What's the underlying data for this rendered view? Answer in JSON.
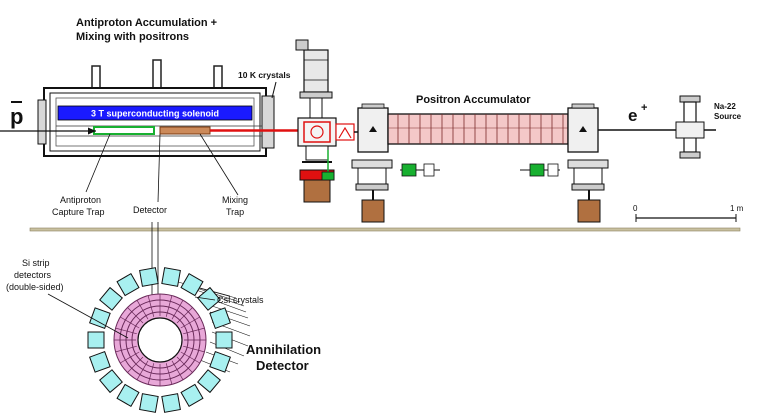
{
  "labels": {
    "title_line1": "Antiproton Accumulation +",
    "title_line2": "Mixing with positrons",
    "crystals_10k": "10 K crystals",
    "pbar": "p",
    "solenoid": "3 T superconducting solenoid",
    "positron_accumulator": "Positron Accumulator",
    "eplus": "e",
    "eplus_sup": "+",
    "na22_line1": "Na-22",
    "na22_line2": "Source",
    "capture_line1": "Antiproton",
    "capture_line2": "Capture Trap",
    "detector": "Detector",
    "mixing_line1": "Mixing",
    "mixing_line2": "Trap",
    "scale_zero": "0",
    "scale_one": "1 m",
    "si_line1": "Si strip",
    "si_line2": "detectors",
    "si_line3": "(double-sided)",
    "csi": "CsI crystals",
    "annihilation_line1": "Annihilation",
    "annihilation_line2": "Detector"
  },
  "colors": {
    "solenoid_fill": "#1a1aff",
    "solenoid_text": "#ffffff",
    "beam_red": "#e01010",
    "trap_green": "#18b030",
    "crystal_cyan": "#a8f0f0",
    "detector_pink": "#e8a8d8",
    "accumulator_pink": "#f4c8c8",
    "flange_brown": "#b07040",
    "floor_line": "#8a8060"
  }
}
